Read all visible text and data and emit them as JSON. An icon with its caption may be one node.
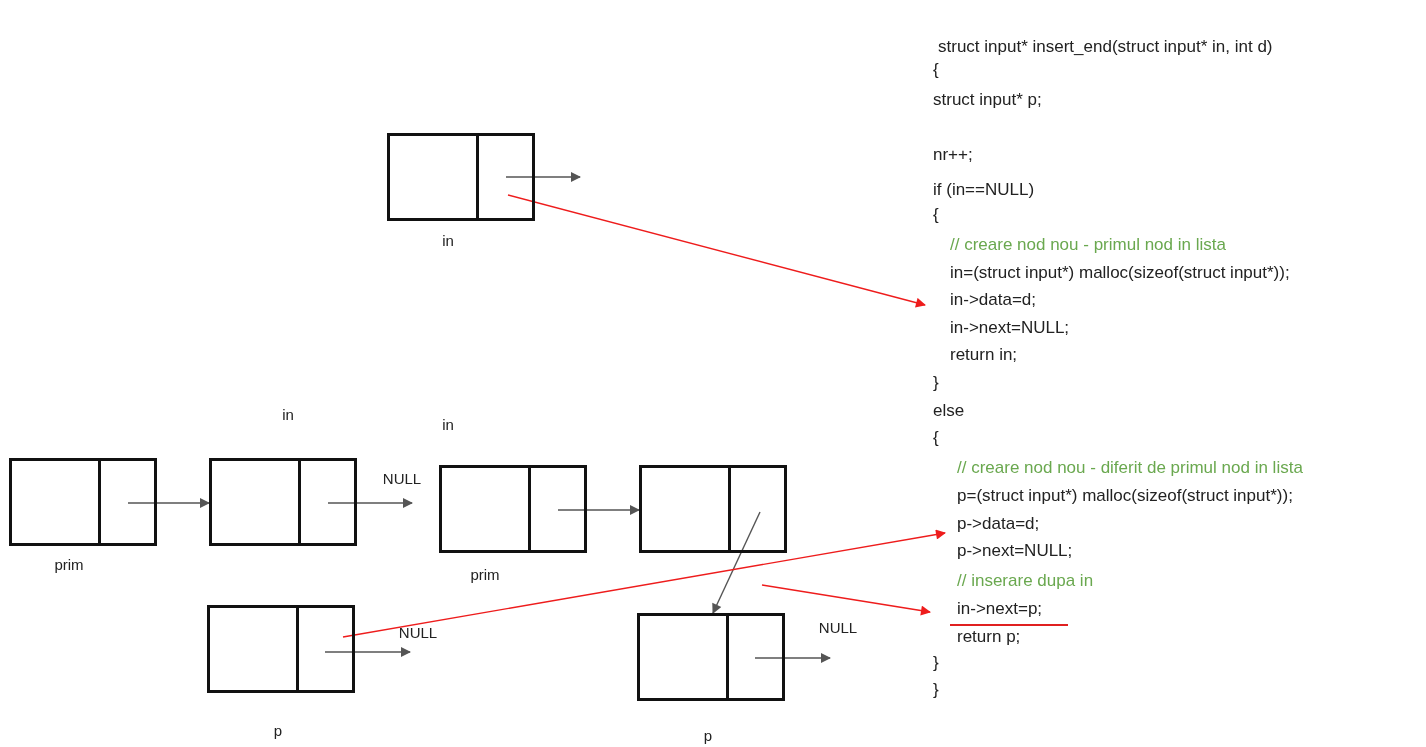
{
  "diagram": {
    "nodes": [
      {
        "text": [],
        "shape": "box",
        "beside": [
          "in"
        ]
      },
      {
        "text": [],
        "shape": "box",
        "beside": [
          "prim"
        ]
      },
      {
        "text": [],
        "shape": "box",
        "beside": [
          "in"
        ]
      },
      {
        "text": [],
        "shape": "box",
        "beside": [
          "in",
          "prim"
        ]
      },
      {
        "text": [],
        "shape": "box"
      },
      {
        "text": [],
        "shape": "box",
        "beside": [
          "p"
        ]
      },
      {
        "text": [],
        "shape": "box",
        "beside": [
          "p"
        ]
      },
      {
        "text": [
          "in->data=d;"
        ]
      },
      {
        "text": [
          "p->data=d;"
        ]
      },
      {
        "text": [
          "in->next=p;"
        ]
      },
      {
        "text": [
          "NULL"
        ]
      },
      {
        "text": [
          "NULL"
        ]
      },
      {
        "text": [
          "NULL"
        ]
      }
    ],
    "edges": [
      {
        "from": 0,
        "to": null,
        "arrow": "to"
      },
      {
        "from": 0,
        "to": 7,
        "arrow": "to",
        "color": "#ee1c1c"
      },
      {
        "from": 1,
        "to": 2,
        "arrow": "to"
      },
      {
        "from": 2,
        "to": 10,
        "arrow": "to"
      },
      {
        "from": 3,
        "to": 4,
        "arrow": "to"
      },
      {
        "from": 4,
        "to": 6,
        "arrow": "to"
      },
      {
        "from": 5,
        "to": 11,
        "arrow": "to"
      },
      {
        "from": 5,
        "to": 8,
        "arrow": "to",
        "color": "#ee1c1c"
      },
      {
        "from": 6,
        "to": 12,
        "arrow": "to"
      },
      {
        "from": null,
        "to": 9,
        "arrow": "to",
        "color": "#ee1c1c"
      }
    ],
    "labels": [
      "struct input* insert_end(struct input* in, int d)",
      "{",
      "struct input* p;",
      "nr++;",
      "if (in==NULL)",
      "{",
      "// creare nod nou - primul nod in lista",
      "in=(struct input*) malloc(sizeof(struct input*));",
      "in->next=NULL;",
      "return in;",
      "}",
      "else",
      "{",
      "// creare nod nou - diferit de primul nod in lista",
      "p=(struct input*) malloc(sizeof(struct input*));",
      "p->next=NULL;",
      "// inserare dupa in",
      "return p;",
      "}",
      "}"
    ]
  }
}
